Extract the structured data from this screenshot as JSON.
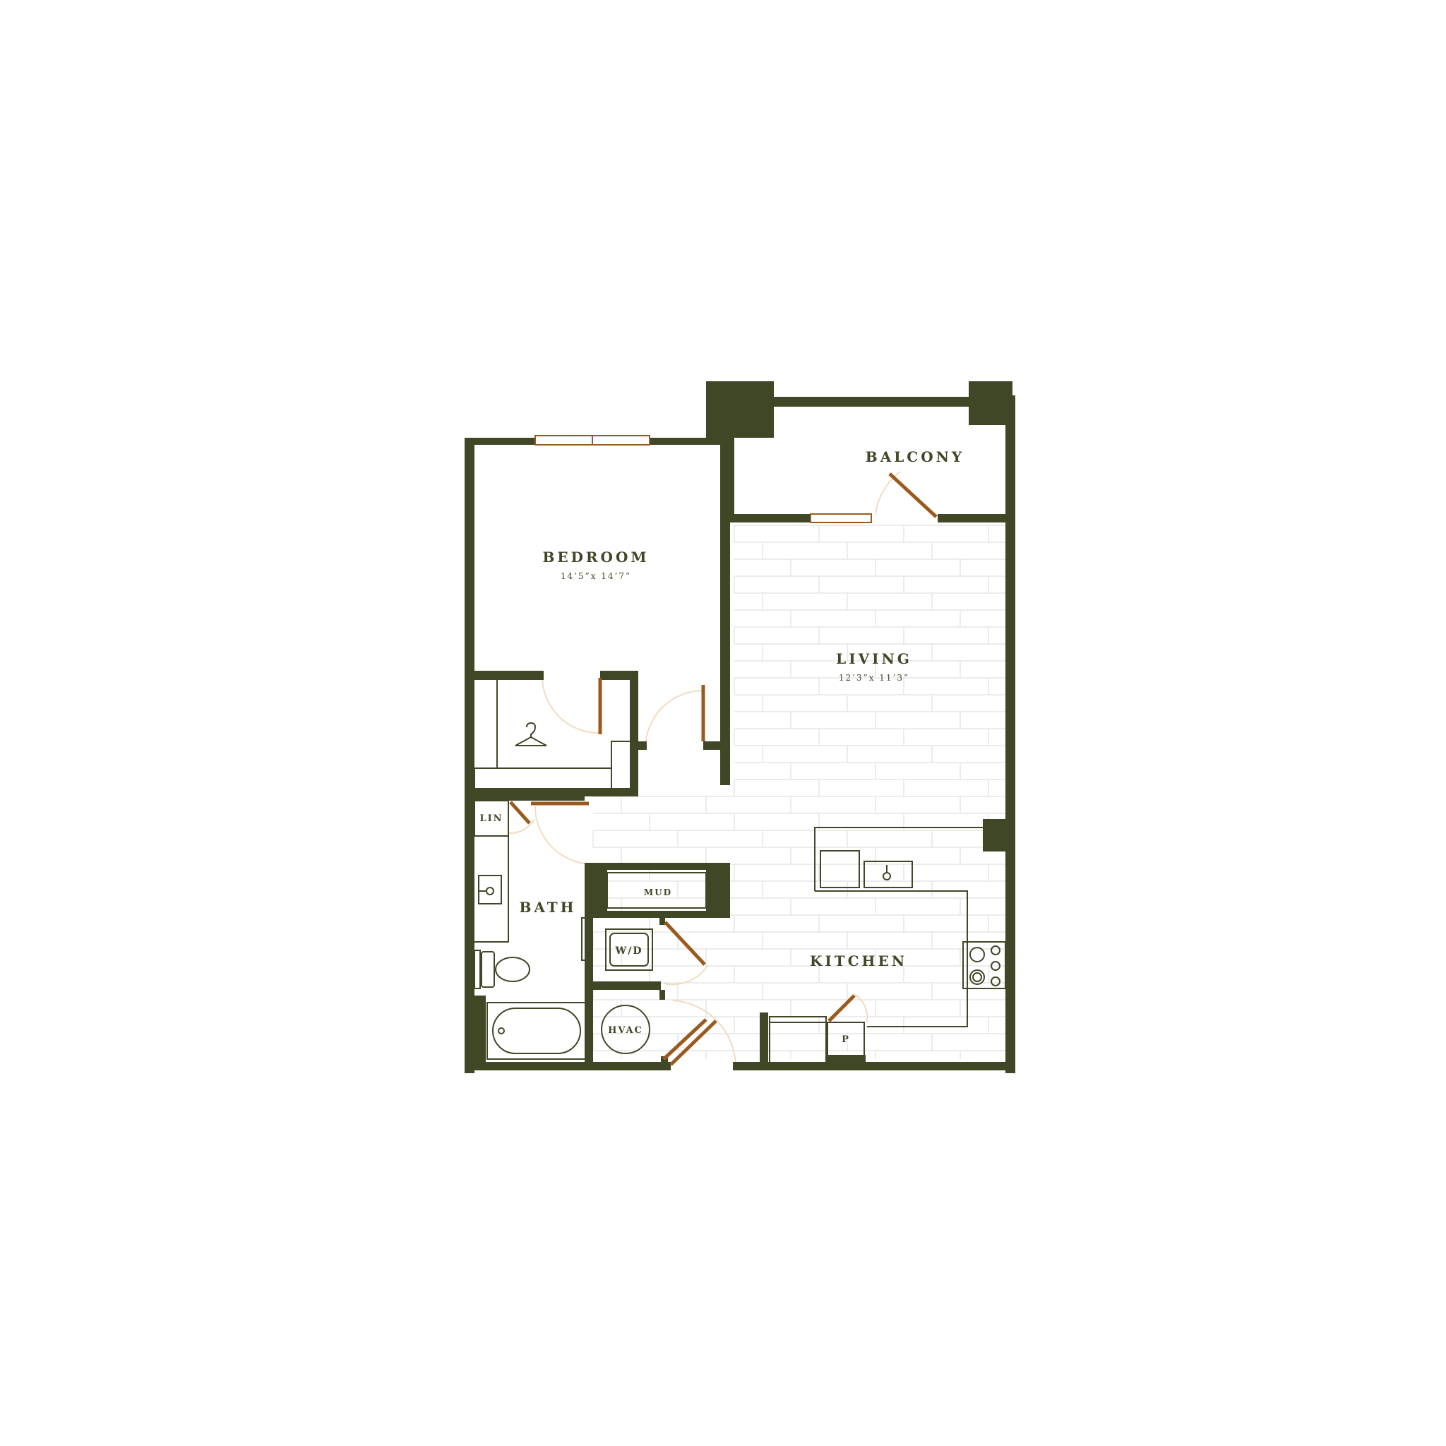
{
  "colors": {
    "wall": "#3f4726",
    "door": "#9a5a1e",
    "door_swing": "#f1dcc0",
    "window": "#9a5a1e",
    "fixture": "#3f4726",
    "floor_line": "#e6e6e6",
    "label": "#3f4726"
  },
  "rooms": {
    "bedroom": {
      "label": "BEDROOM",
      "dims": "14’5”x 14’7”"
    },
    "living": {
      "label": "LIVING",
      "dims": "12’3”x 11’3”"
    },
    "balcony": {
      "label": "BALCONY"
    },
    "bath": {
      "label": "BATH"
    },
    "kitchen": {
      "label": "KITCHEN"
    }
  },
  "fixtures": {
    "linen": "LIN",
    "mud": "MUD",
    "washer_dryer": "W/D",
    "hvac": "HVAC",
    "pantry": "P"
  },
  "icons": {
    "closet": "hanger-icon",
    "range": "stove-icon",
    "sink": "sink-icon",
    "toilet": "toilet-icon",
    "tub": "bathtub-icon"
  }
}
